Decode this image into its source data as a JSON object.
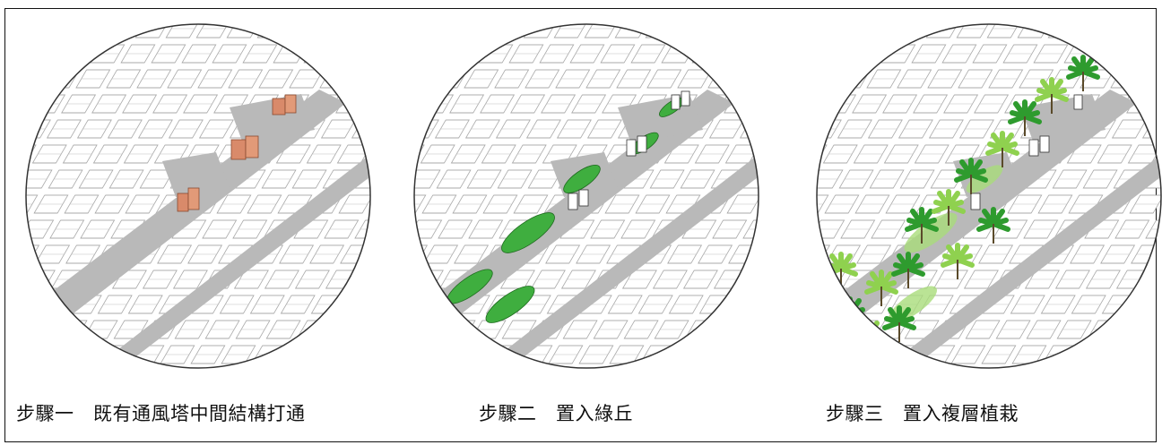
{
  "panels": [
    {
      "id": "step1",
      "caption": "步驟一　既有通風塔中間結構打通"
    },
    {
      "id": "step2",
      "caption": "步驟二　置入綠丘"
    },
    {
      "id": "step3",
      "caption": "步驟三　置入複層植栽"
    }
  ],
  "colors": {
    "road": "#b9b9b9",
    "building_stroke": "#8a8a8a",
    "vent_tower": "#d98a6a",
    "green_mound": "#3fae3f",
    "palm_dark": "#2e9b2e",
    "palm_light": "#8fd14f"
  }
}
